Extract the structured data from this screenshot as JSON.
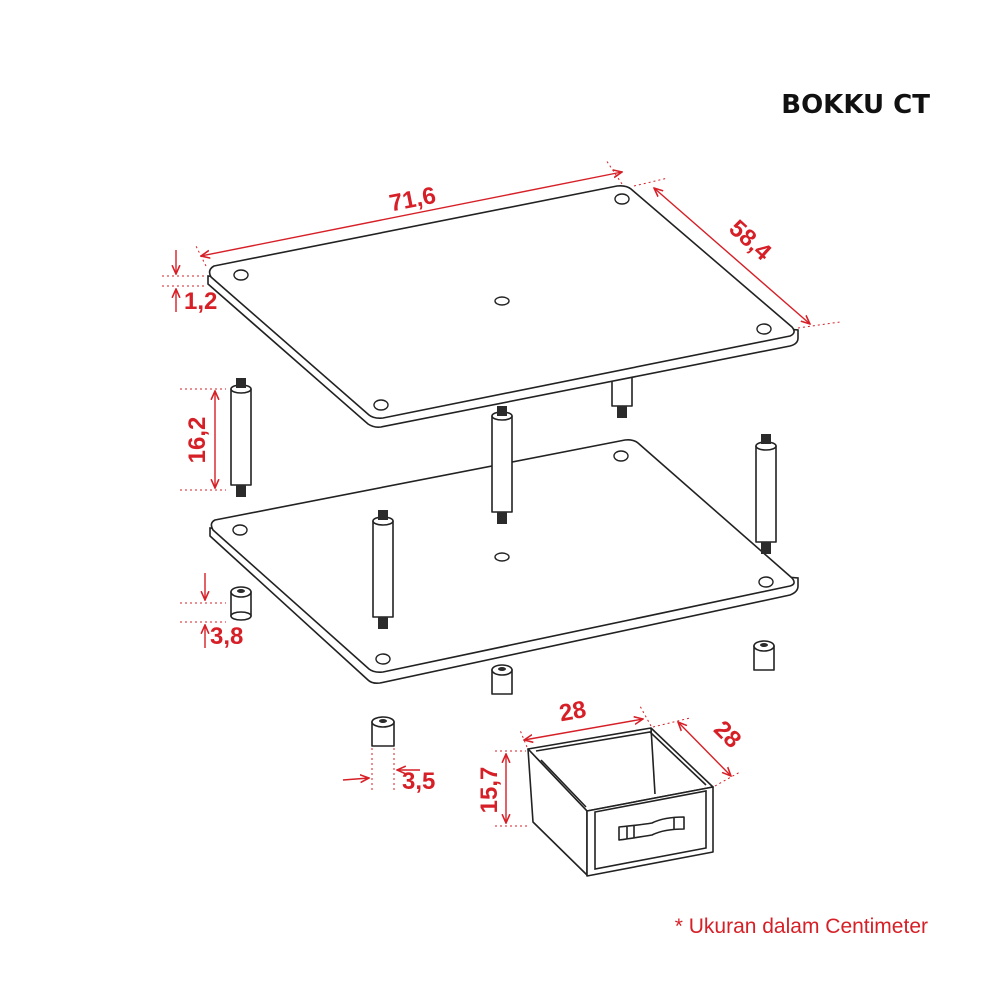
{
  "title": "BOKKU CT",
  "footnote": "* Ukuran dalam Centimeter",
  "dimensions": {
    "top_length": "71,6",
    "top_width": "58,4",
    "top_thickness": "1,2",
    "leg_height": "16,2",
    "foot_height": "3,8",
    "foot_diameter": "3,5",
    "drawer_width": "28",
    "drawer_depth": "28",
    "drawer_height": "15,7"
  },
  "colors": {
    "dimension": "#d61f26",
    "outline": "#222222",
    "title": "#111111"
  }
}
